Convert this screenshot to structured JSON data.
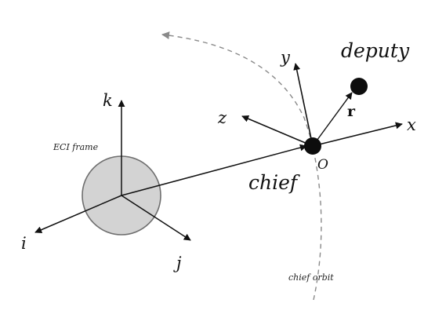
{
  "labels": {
    "deputy": "deputy",
    "chief": "chief",
    "origin": "O",
    "r": "r",
    "x": "x",
    "y": "y",
    "z": "z",
    "i": "i",
    "j": "j",
    "k": "k",
    "eci_frame": "ECI frame",
    "chief_orbit": "chief orbit"
  },
  "colors": {
    "earth_fill": "#d3d3d3",
    "earth_stroke": "#6e6e6e",
    "orbit": "#8a8a8a",
    "ink": "#111111"
  }
}
